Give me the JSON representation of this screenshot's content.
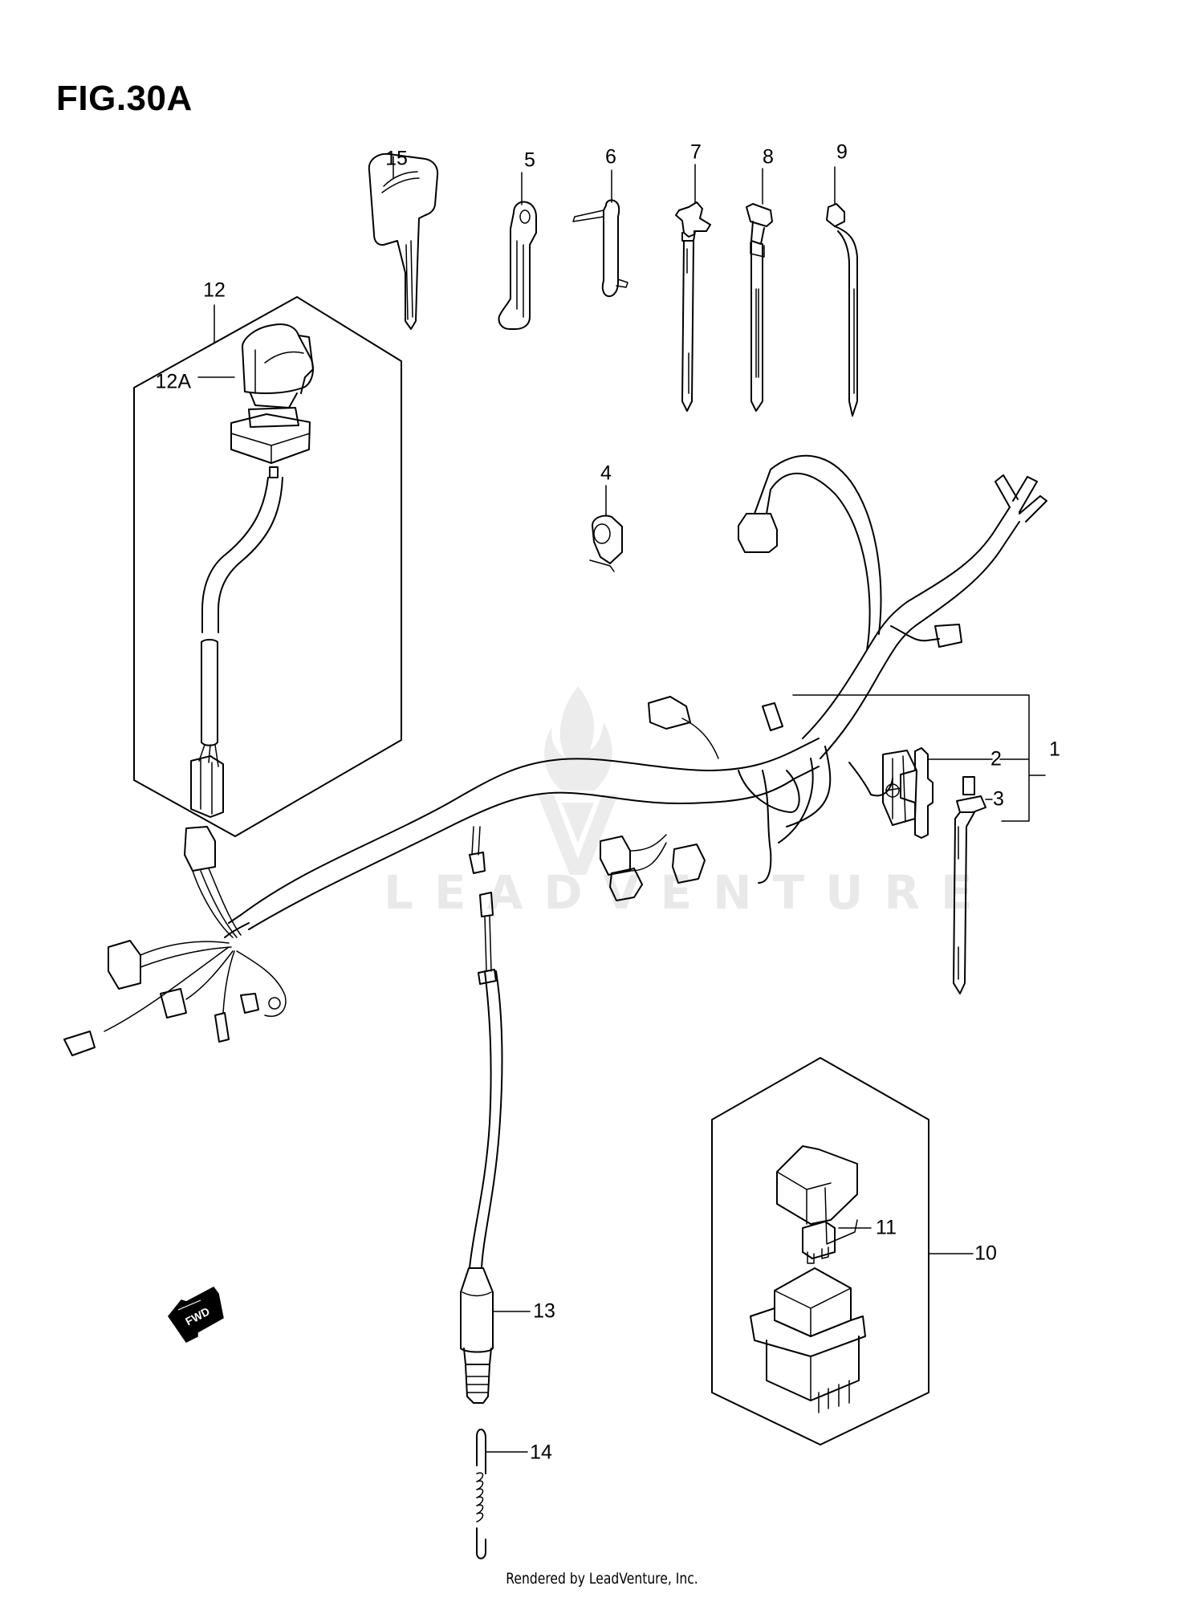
{
  "figure": {
    "title": "FIG.30A"
  },
  "watermark": {
    "text": "LEADVENTURE"
  },
  "callouts": {
    "p1": "1",
    "p2": "2",
    "p3": "3",
    "p4": "4",
    "p5": "5",
    "p6": "6",
    "p7": "7",
    "p8": "8",
    "p9": "9",
    "p10": "10",
    "p11": "11",
    "p12": "12",
    "p12a": "12A",
    "p13": "13",
    "p14": "14",
    "p15": "15"
  },
  "parts": [
    {
      "ref": "1",
      "depicts": "wiring harness"
    },
    {
      "ref": "2",
      "depicts": "harness clamp"
    },
    {
      "ref": "3",
      "depicts": "harness band with stud"
    },
    {
      "ref": "4",
      "depicts": "wire clamp"
    },
    {
      "ref": "5",
      "depicts": "clamp strap"
    },
    {
      "ref": "6",
      "depicts": "clip"
    },
    {
      "ref": "7",
      "depicts": "cable tie with clip"
    },
    {
      "ref": "8",
      "depicts": "cable tie"
    },
    {
      "ref": "9",
      "depicts": "cable tie"
    },
    {
      "ref": "10",
      "depicts": "relay / fuse box assembly"
    },
    {
      "ref": "11",
      "depicts": "blade fuse"
    },
    {
      "ref": "12",
      "depicts": "ignition switch assembly"
    },
    {
      "ref": "12A",
      "depicts": "ignition switch cap"
    },
    {
      "ref": "13",
      "depicts": "neutral / sensor switch"
    },
    {
      "ref": "14",
      "depicts": "spring"
    },
    {
      "ref": "15",
      "depicts": "key"
    }
  ],
  "direction_marker": {
    "label": "FWD"
  },
  "footer": {
    "credit": "Rendered by LeadVenture, Inc."
  }
}
